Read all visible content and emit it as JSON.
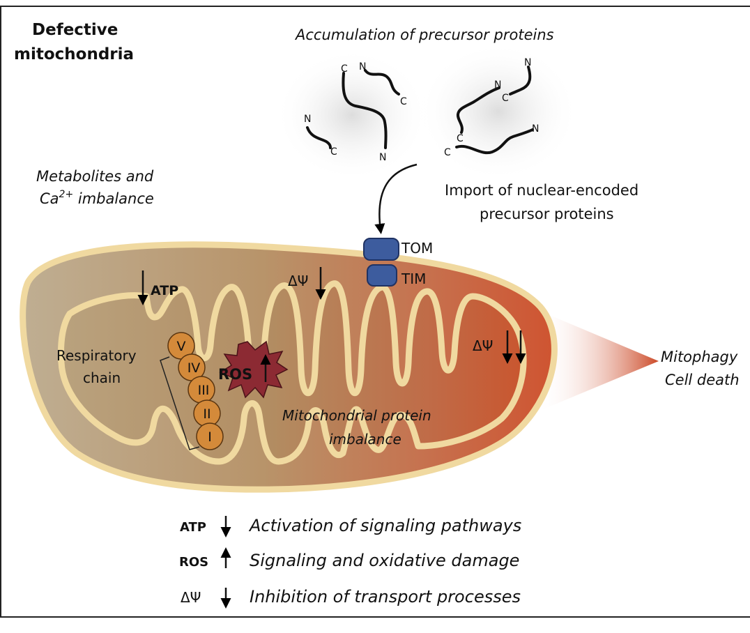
{
  "title": {
    "line1": "Defective",
    "line2": "mitochondria"
  },
  "precursor": {
    "label": "Accumulation of precursor proteins",
    "terminal_n": "N",
    "terminal_c": "C"
  },
  "import_label": {
    "line1": "Import of nuclear-encoded",
    "line2": "precursor proteins"
  },
  "metabolites": {
    "line1": "Metabolites and",
    "line2_prefix": "Ca",
    "line2_sup": "2+",
    "line2_suffix": " imbalance"
  },
  "translocases": {
    "tom": "TOM",
    "tim": "TIM"
  },
  "atp_label": "ATP",
  "delta_psi": "ΔΨ",
  "respiratory_chain": {
    "line1": "Respiratory",
    "line2": "chain",
    "complexes": [
      "V",
      "IV",
      "III",
      "II",
      "I"
    ]
  },
  "ros_label": "ROS",
  "protein_imbalance": {
    "line1": "Mitochondrial protein",
    "line2": "imbalance"
  },
  "outcome": {
    "line1": "Mitophagy",
    "line2": "Cell death"
  },
  "legend": [
    {
      "symbol": "ATP",
      "direction": "down",
      "text": "Activation of signaling pathways"
    },
    {
      "symbol": "ROS",
      "direction": "up",
      "text": "Signaling and oxidative  damage"
    },
    {
      "symbol": "ΔΨ",
      "direction": "down",
      "text": "Inhibition of transport processes"
    }
  ],
  "colors": {
    "membrane": "#f0d9a0",
    "matrix": "#b89a70",
    "complex": "#d48a3a",
    "ros": "#8c2a33",
    "translocase": "#3d5c9e",
    "outcome_arrow": "#cc4a28"
  }
}
